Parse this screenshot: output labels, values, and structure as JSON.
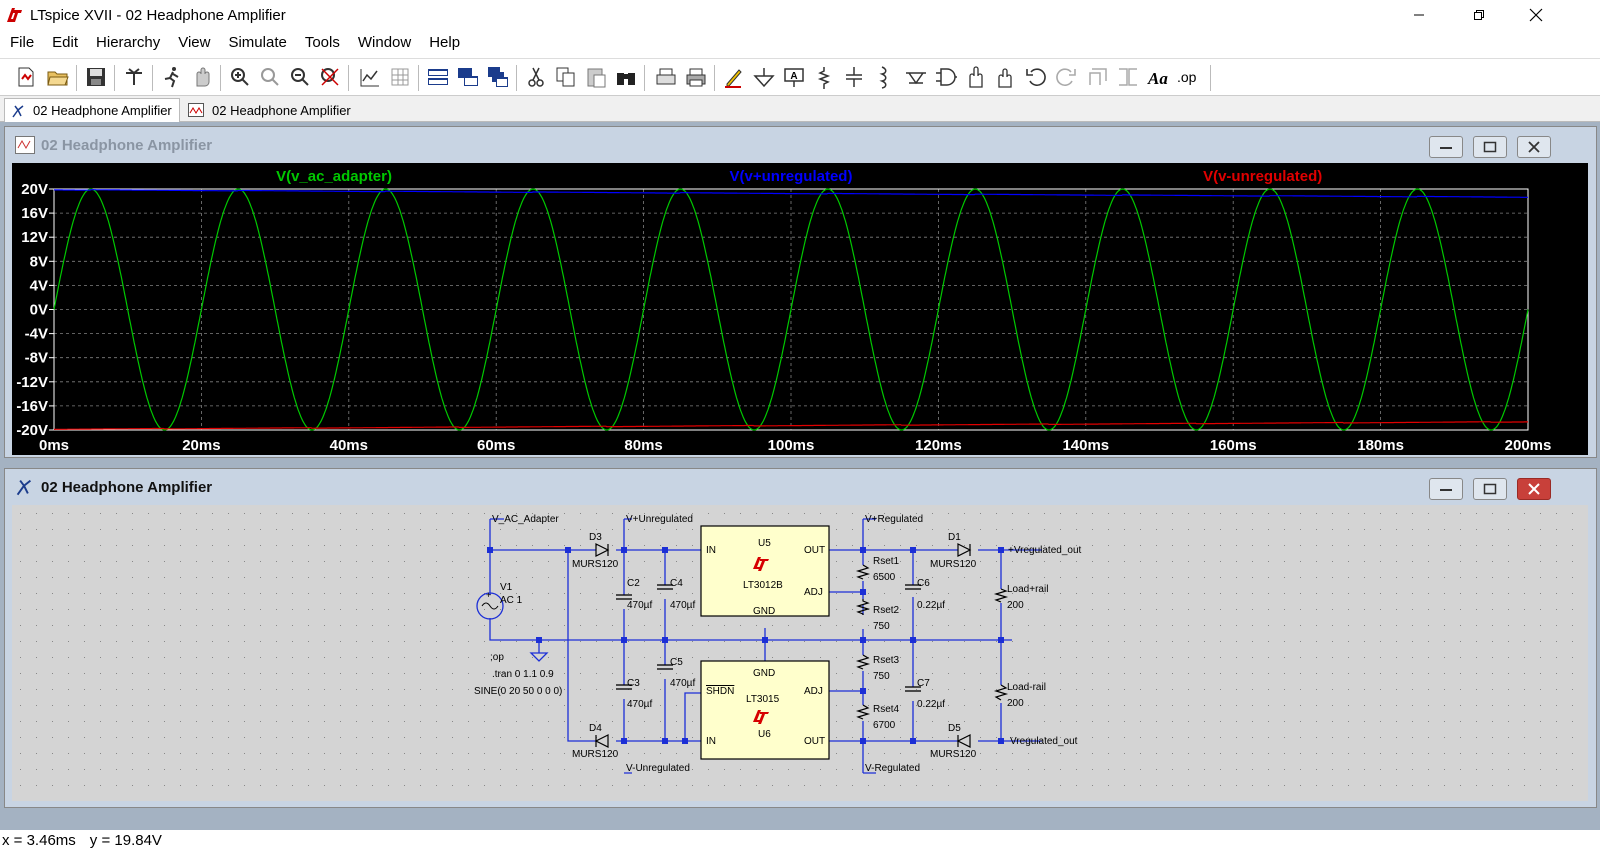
{
  "window": {
    "title": "LTspice XVII - 02 Headphone Amplifier"
  },
  "menu": [
    "File",
    "Edit",
    "Hierarchy",
    "View",
    "Simulate",
    "Tools",
    "Window",
    "Help"
  ],
  "tabs": [
    {
      "label": "02 Headphone Amplifier",
      "icon": "schematic-icon",
      "active": true
    },
    {
      "label": "02 Headphone Amplifier",
      "icon": "waveform-icon",
      "active": false
    }
  ],
  "toolbar": [
    "new-schematic-icon",
    "open-icon",
    "save-icon",
    "control-panel-icon",
    "run-icon",
    "halt-icon",
    "zoom-in-icon",
    "zoom-pan-icon",
    "zoom-out-icon",
    "zoom-fit-icon",
    "autorange-icon",
    "grid-icon",
    "tile-horizontal-icon",
    "tile-vertical-icon",
    "cascade-icon",
    "cut-icon",
    "copy-icon",
    "paste-icon",
    "find-icon",
    "print-setup-icon",
    "print-icon",
    "wire-icon",
    "ground-icon",
    "label-net-icon",
    "resistor-icon",
    "capacitor-icon",
    "inductor-icon",
    "diode-icon",
    "component-icon",
    "move-icon",
    "drag-icon",
    "undo-icon",
    "redo-icon",
    "rotate-icon",
    "mirror-icon",
    "text-icon",
    "spice-directive-icon"
  ],
  "waveform": {
    "title": "02 Headphone Amplifier",
    "colors": {
      "bg": "#000000",
      "grid": "#808080",
      "label": "#ffffff"
    },
    "chart_data": {
      "type": "line",
      "xlabel": "",
      "ylabel": "",
      "xlim": [
        0,
        200
      ],
      "ylim": [
        -20,
        20
      ],
      "x_ticks": [
        "0ms",
        "20ms",
        "40ms",
        "60ms",
        "80ms",
        "100ms",
        "120ms",
        "140ms",
        "160ms",
        "180ms",
        "200ms"
      ],
      "y_ticks": [
        "20V",
        "16V",
        "12V",
        "8V",
        "4V",
        "0V",
        "-4V",
        "-8V",
        "-12V",
        "-16V",
        "-20V"
      ],
      "series": [
        {
          "name": "V(v_ac_adapter)",
          "color": "#00c800",
          "kind": "sine",
          "amplitude": 20,
          "frequency_hz": 50,
          "offset": 0
        },
        {
          "name": "V(v+unregulated)",
          "color": "#0000ff",
          "kind": "sawtooth",
          "peaks": 19.9,
          "troughs": 18.6
        },
        {
          "name": "V(v-unregulated)",
          "color": "#e00000",
          "kind": "sawtooth",
          "peaks": -19.9,
          "troughs": -18.6
        }
      ]
    }
  },
  "schematic": {
    "title": "02 Headphone Amplifier",
    "nets": [
      "V_AC_Adapter",
      "V+Unregulated",
      "V+Regulated",
      "+Vregulated_out",
      "V-Unregulated",
      "V-Regulated",
      "Vregulated_out"
    ],
    "components": {
      "V1": {
        "ref": "V1",
        "value": "AC 1"
      },
      "D3": {
        "ref": "D3",
        "value": "MURS120"
      },
      "D4": {
        "ref": "D4",
        "value": "MURS120"
      },
      "D1": {
        "ref": "D1",
        "value": "MURS120"
      },
      "D5": {
        "ref": "D5",
        "value": "MURS120"
      },
      "C2": {
        "ref": "C2",
        "value": "470µf"
      },
      "C3": {
        "ref": "C3",
        "value": "470µf"
      },
      "C4": {
        "ref": "C4",
        "value": "470µf"
      },
      "C5": {
        "ref": "C5",
        "value": "470µf"
      },
      "C6": {
        "ref": "C6",
        "value": "0.22µf"
      },
      "C7": {
        "ref": "C7",
        "value": "0.22µf"
      },
      "Rset1": {
        "ref": "Rset1",
        "value": "6500"
      },
      "Rset2": {
        "ref": "Rset2",
        "value": "750"
      },
      "Rset3": {
        "ref": "Rset3",
        "value": "750"
      },
      "Rset4": {
        "ref": "Rset4",
        "value": "6700"
      },
      "Lp": {
        "ref": "Load+rail",
        "value": "200"
      },
      "Lm": {
        "ref": "Load-rail",
        "value": "200"
      },
      "U5": {
        "ref": "U5",
        "part": "LT3012B",
        "pins": [
          "IN",
          "OUT",
          "ADJ",
          "GND"
        ]
      },
      "U6": {
        "ref": "U6",
        "part": "LT3015",
        "pins": [
          "GND",
          "SHDN",
          "IN",
          "ADJ",
          "OUT"
        ]
      }
    },
    "directives": [
      ";op",
      ".tran 0 1.1 0.9",
      "SINE(0 20 50 0 0 0)"
    ]
  },
  "status": {
    "x": "x = 3.46ms",
    "y": "y = 19.84V"
  }
}
